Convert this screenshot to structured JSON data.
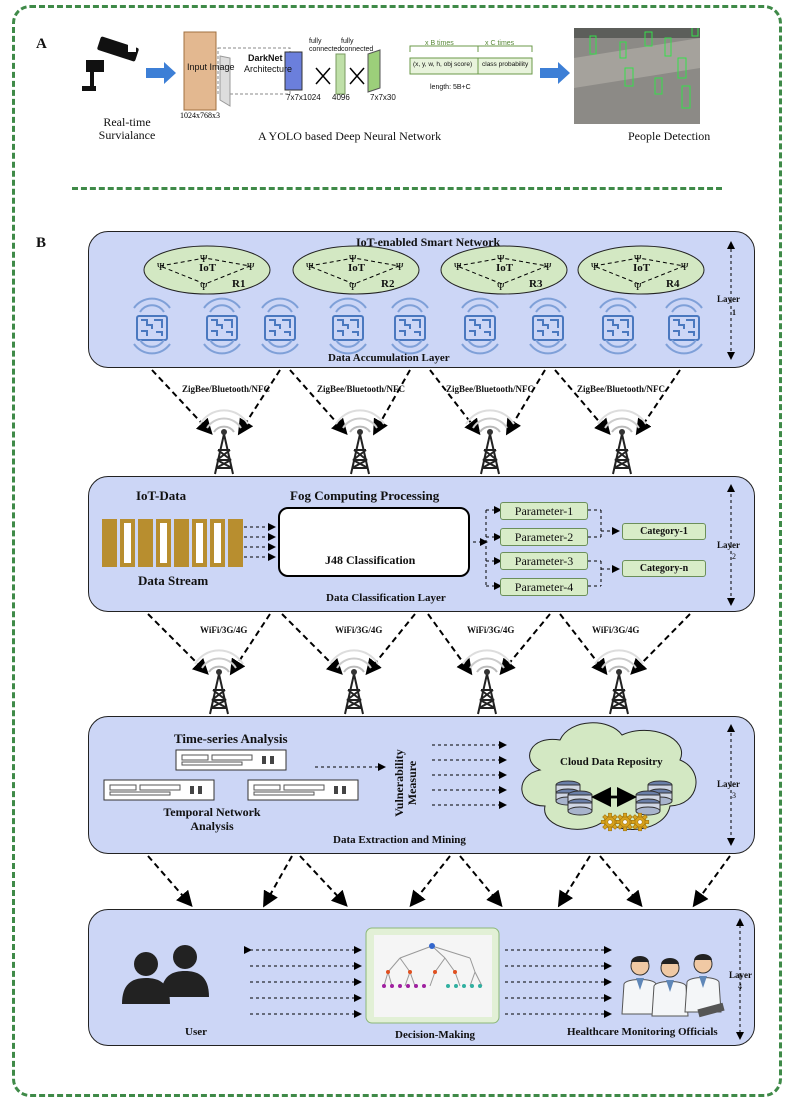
{
  "panel_a": {
    "letter": "A",
    "surveillance_label": "Real-time\nSurvialance",
    "input_image": "Input\nImage",
    "input_dims": "1024x768x3",
    "darknet": "DarkNet",
    "architecture": "Architecture",
    "dim_7x7x1024": "7x7x1024",
    "fully_connected_1": "fully\nconnected",
    "fully_connected_2": "fully\nconnected",
    "dim_4096": "4096",
    "dim_7x7x30": "7x7x30",
    "xb_times": "x B times",
    "xc_times": "x C times",
    "bbox_text": "(x, y, w, h, obj score)",
    "class_prob": "class probability",
    "length_text": "length: 5B+C",
    "network_caption": "A YOLO based Deep Neural Network",
    "detection_caption": "People Detection"
  },
  "panel_b": {
    "letter": "B",
    "layer1": {
      "title": "IoT-enabled Smart  Network",
      "clusters": [
        {
          "iot": "IoT",
          "region": "R1"
        },
        {
          "iot": "IoT",
          "region": "R2"
        },
        {
          "iot": "IoT",
          "region": "R3"
        },
        {
          "iot": "IoT",
          "region": "R4"
        }
      ],
      "bottom_label": "Data Accumulation Layer",
      "side_label": "Layer",
      "side_num": "1"
    },
    "link1": "ZigBee/Bluetooth/NFC",
    "layer2": {
      "iot_data": "IoT-Data",
      "data_stream": "Data Stream",
      "fog_title": "Fog Computing Processing",
      "classifier": "J48 Classification",
      "parameters": [
        "Parameter-1",
        "Parameter-2",
        "Parameter-3",
        "Parameter-4"
      ],
      "categories": [
        "Category-1",
        "Category-n"
      ],
      "bottom_label": "Data Classification Layer",
      "side_label": "Layer",
      "side_num": "2"
    },
    "link2": "WiFi/3G/4G",
    "layer3": {
      "time_series": "Time-series Analysis",
      "temporal": "Temporal Network\nAnalysis",
      "vulnerability": "Vulnerability\nMeasure",
      "cloud": "Cloud Data Repositry",
      "bottom_label": "Data Extraction and Mining",
      "side_label": "Layer",
      "side_num": "3"
    },
    "layer4": {
      "user": "User",
      "decision": "Decision-Making",
      "officials": "Healthcare Monitoring Officials",
      "side_label": "Layer",
      "side_num": "4"
    }
  },
  "colors": {
    "frame_green": "#3f8a48",
    "layer_fill": "#ccd6f6",
    "cluster_fill": "#d3e8c3",
    "gold": "#d8a21c",
    "arrow_blue": "#3d7fd6",
    "device_blue": "#4a78bf"
  }
}
